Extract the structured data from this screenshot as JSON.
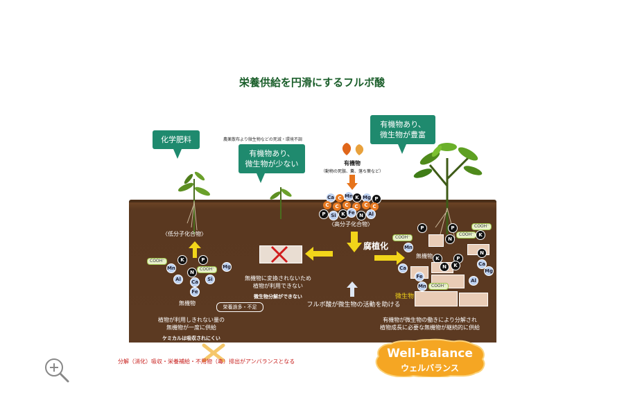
{
  "title": "栄養供給を円滑にするフルボ酸",
  "bubbles": {
    "left": "化学肥料",
    "middle_line1": "有機物あり、",
    "middle_line2": "微生物が少ない",
    "right_line1": "有機物あり、",
    "right_line2": "微生物が豊富"
  },
  "note_top": "農薬散布より微生物などの死滅・環境不調",
  "organic": {
    "label": "有機物",
    "sub": "（動物の死骸、糞、落ち葉など）",
    "compound": "〈高分子化合物〉"
  },
  "left_panel": {
    "low_compound": "〈低分子化合物〉",
    "inorganic": "無機物",
    "desc_line1": "植物が利用しきれない量の",
    "desc_line2": "無機物が一度に供給",
    "chemical": "ケミカルは吸収されにくい",
    "excess": "栄養過多・不足"
  },
  "middle_panel": {
    "line1": "無機物に変換されないため",
    "line2": "植物が利用できない",
    "line3": "微生物分解ができない"
  },
  "center": {
    "humification": "腐植化",
    "fulvic": "フルボ酸が微生物の活動を助ける"
  },
  "right_panel": {
    "inorganic": "無機物",
    "microbes": "微生物",
    "desc_line1": "有機物が微生物の働きにより分解され",
    "desc_line2": "植物成長に必要な無機物が継続的に供給"
  },
  "bottom_note": "分解（消化）吸収・栄養補給・不用物（毒）排出がアンバランスとなる",
  "badge": {
    "line1": "Well-Balance",
    "line2": "ウェルバランス"
  },
  "ions": {
    "k": "K",
    "p": "P",
    "n": "N",
    "c": "C",
    "mn": "Mn",
    "al": "Al",
    "si": "Si",
    "ca": "Ca",
    "fe": "Fe",
    "mg": "Mg",
    "cooh": "COOH⁻"
  },
  "colors": {
    "soil": "#5c3a22",
    "bubble": "#1f8a6e",
    "arrow": "#f2d51a",
    "badge": "#f5a623",
    "title": "#1a5e2a"
  },
  "icons": [
    "zoom-in-icon",
    "leaf-icon",
    "cross-icon",
    "arrow-up-icon"
  ]
}
